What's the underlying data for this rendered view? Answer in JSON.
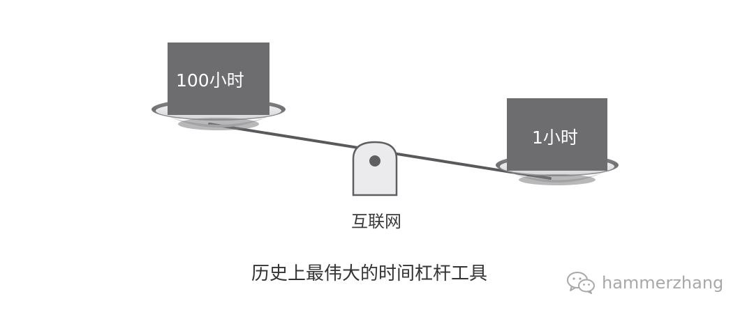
{
  "left_pan": {
    "label": "100小时"
  },
  "right_pan": {
    "label": "1小时"
  },
  "fulcrum": {
    "label": "互联网"
  },
  "caption": "历史上最伟大的时间杠杆工具",
  "watermark": {
    "text": "hammerzhang",
    "icon": "wechat-icon"
  },
  "colors": {
    "box_fill": "#6d6d6f",
    "plate_rim": "#7a7a7c",
    "plate_light": "#e6e6e8",
    "beam": "#59595b",
    "fulcrum_fill": "#ebebed",
    "fulcrum_stroke": "#5e5e60",
    "text": "#333333",
    "watermark": "#9a9a9a"
  }
}
